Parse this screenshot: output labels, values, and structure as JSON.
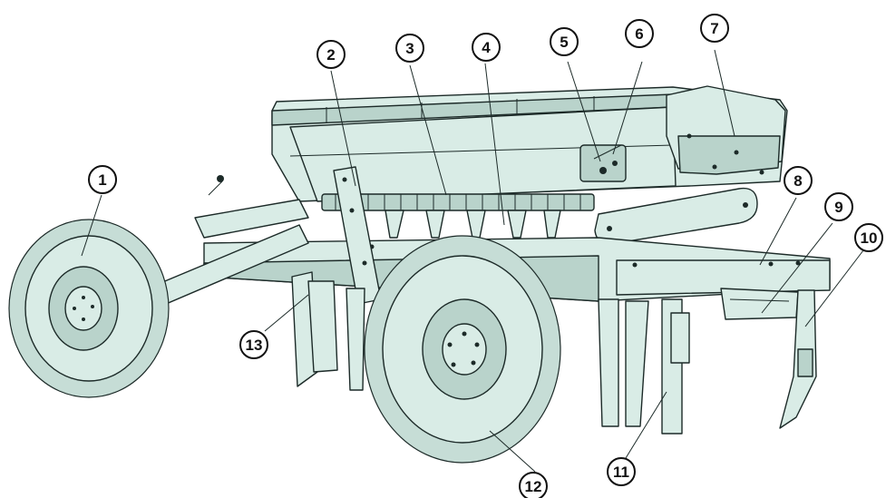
{
  "figure": {
    "callouts": [
      {
        "number": "1"
      },
      {
        "number": "2"
      },
      {
        "number": "3"
      },
      {
        "number": "4"
      },
      {
        "number": "5"
      },
      {
        "number": "6"
      },
      {
        "number": "7"
      },
      {
        "number": "8"
      },
      {
        "number": "9"
      },
      {
        "number": "10"
      },
      {
        "number": "11"
      },
      {
        "number": "12"
      },
      {
        "number": "13"
      }
    ]
  }
}
